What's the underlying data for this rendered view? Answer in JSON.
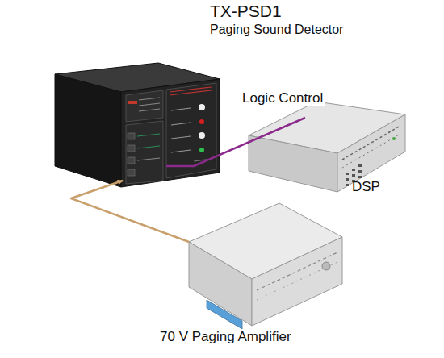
{
  "diagram": {
    "nodes": [
      {
        "text": [
          "TX-PSD1",
          "Paging Sound Detector"
        ]
      },
      {
        "text": [
          "DSP"
        ]
      },
      {
        "text": [
          "70 V Paging Amplifier"
        ]
      }
    ],
    "edges": [
      {
        "from": 2,
        "to": 0,
        "arrow": "to"
      },
      {
        "from": 0,
        "to": 1,
        "label": "Logic Control",
        "arrow": "none"
      }
    ]
  }
}
